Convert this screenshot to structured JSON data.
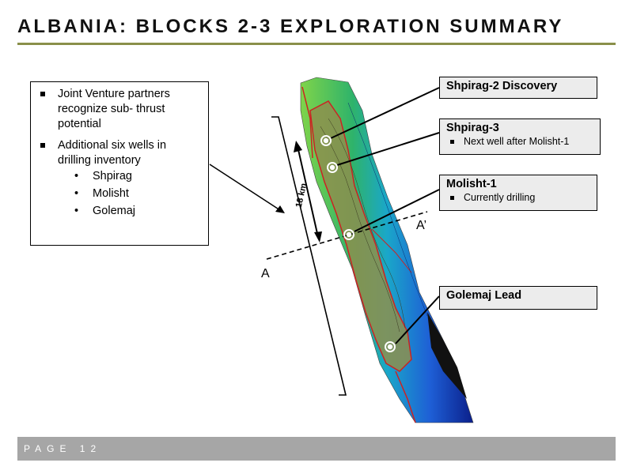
{
  "title": "ALBANIA: BLOCKS 2-3 EXPLORATION SUMMARY",
  "left_box": {
    "bullets": [
      "Joint Venture partners recognize sub- thrust potential",
      "Additional six wells in drilling inventory"
    ],
    "sub_items": [
      "Shpirag",
      "Molisht",
      "Golemaj"
    ]
  },
  "callouts": {
    "shpirag2": {
      "title": "Shpirag-2 Discovery"
    },
    "shpirag3": {
      "title": "Shpirag-3",
      "sub": "Next well after Molisht-1"
    },
    "molisht1": {
      "title": "Molisht-1",
      "sub": "Currently drilling"
    },
    "golemaj": {
      "title": "Golemaj Lead"
    }
  },
  "map": {
    "scale_label": "18 km",
    "section_start": "A",
    "section_end": "A’"
  },
  "footer": {
    "page": "PAGE 12"
  }
}
